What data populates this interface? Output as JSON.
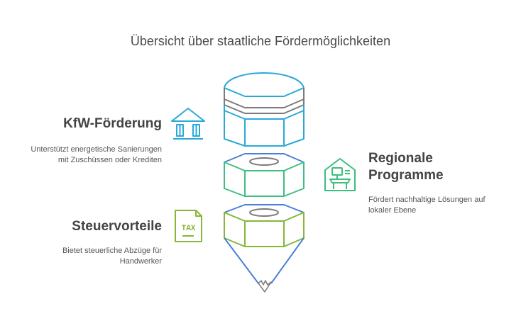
{
  "title": "Übersicht über staatliche Fördermöglichkeiten",
  "colors": {
    "blue": "#2aa9d8",
    "green": "#3dbf7f",
    "lime": "#86b737",
    "edge_blue": "#4a7fd8",
    "gray": "#7a7a7a",
    "text": "#444444"
  },
  "items": [
    {
      "id": "kfw",
      "title": "KfW-Förderung",
      "description_lines": [
        "Unterstützt energetische Sanierungen",
        "mit Zuschüssen oder Krediten"
      ],
      "icon": "bank-icon",
      "color": "#2aa9d8"
    },
    {
      "id": "regional",
      "title_lines": [
        "Regionale",
        "Programme"
      ],
      "description_lines": [
        "Fördert nachhaltige Lösungen auf",
        "lokaler Ebene"
      ],
      "icon": "house-workspace-icon",
      "color": "#3dbf7f"
    },
    {
      "id": "steuer",
      "title": "Steuervorteile",
      "description_lines": [
        "Bietet steuerliche Abzüge für",
        "Handwerker"
      ],
      "icon": "tax-document-icon",
      "icon_text": "TAX",
      "color": "#86b737"
    }
  ]
}
